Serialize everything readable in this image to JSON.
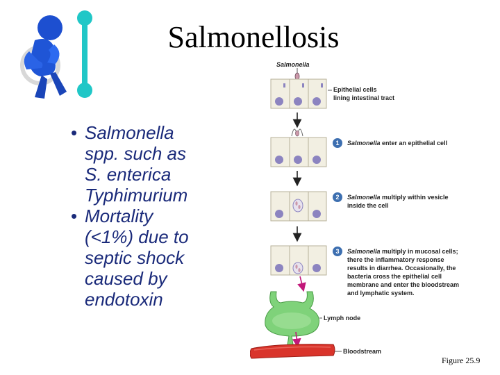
{
  "slide": {
    "title": "Salmonellosis",
    "bullets": [
      "Salmonella\nspp. such as\nS. enterica\nTyphimurium",
      "Mortality\n(<1%) due to\nseptic shock\ncaused by\nendotoxin"
    ],
    "figure_caption": "Figure 25.9"
  },
  "diagram": {
    "top_label": "Salmonella",
    "epithelial_label_line1": "Epithelial cells",
    "epithelial_label_line2": "lining intestinal tract",
    "steps": [
      {
        "number": "1",
        "label_em": "Salmonella",
        "label_rest": " enter an epithelial cell",
        "lines": []
      },
      {
        "number": "2",
        "label_em": "Salmonella",
        "label_rest": " multiply within vesicle",
        "lines": [
          "inside the cell"
        ]
      },
      {
        "number": "3",
        "label_em": "Salmonella",
        "label_rest": " multiply in mucosal cells;",
        "lines": [
          "there the inflammatory response",
          "results in diarrhea. Occasionally, the",
          "bacteria cross the epithelial cell",
          "membrane and enter the bloodstream",
          "and lymphatic system."
        ]
      }
    ],
    "lymph_node_label": "Lymph node",
    "bloodstream_label": "Bloodstream",
    "colors": {
      "cell_fill": "#f2efe2",
      "nucleus": "#8c84c0",
      "step_badge": "#3d6fb0",
      "lymph": "#7fd27a",
      "blood": "#d9342b",
      "arrow_pink": "#c2187a",
      "bullet_text": "#1a2a7a",
      "stick_figure_bar": "#20c7c7",
      "person": "#2255cc"
    }
  },
  "icons": [
    "person-stomachache-icon",
    "teal-pin-bar-icon"
  ]
}
